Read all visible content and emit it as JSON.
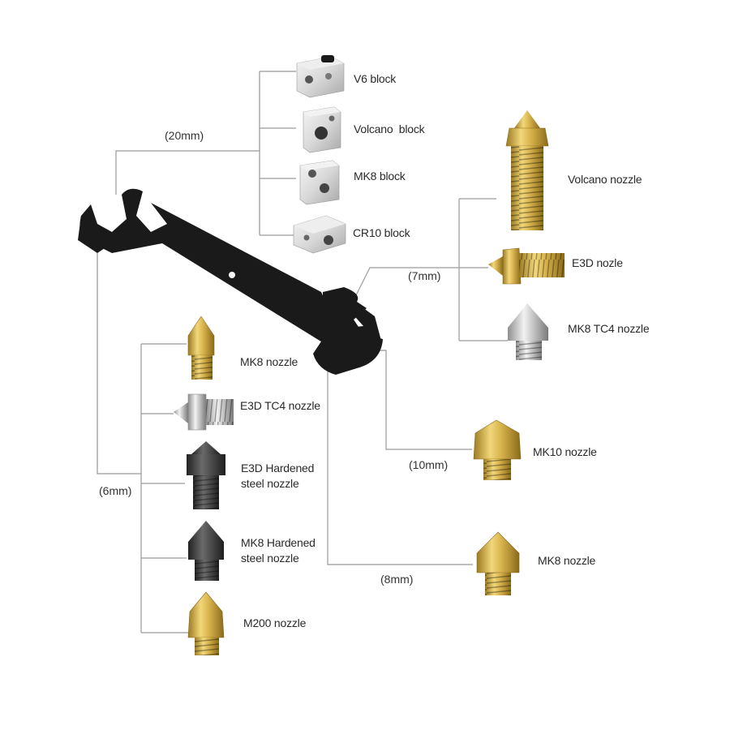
{
  "colors": {
    "background": "#ffffff",
    "line": "#9a9a9a",
    "wrench": "#1a1a1a",
    "brass": "#d4b04a",
    "brass_dark": "#9c7a22",
    "aluminium": "#dcdcdc",
    "steel": "#c8c8c8",
    "hardened": "#4a4a4a",
    "text": "#2a2a2a"
  },
  "sizes": {
    "mm20": "(20mm)",
    "mm7": "(7mm)",
    "mm10": "(10mm)",
    "mm8": "(8mm)",
    "mm6": "(6mm)"
  },
  "blocks": [
    {
      "label": "V6 block",
      "icon": "v6-block-icon"
    },
    {
      "label": "Volcano  block",
      "icon": "volcano-block-icon"
    },
    {
      "label": "MK8 block",
      "icon": "mk8-block-icon"
    },
    {
      "label": "CR10 block",
      "icon": "cr10-block-icon"
    }
  ],
  "right_nozzles": [
    {
      "label": "Volcano nozzle",
      "icon": "volcano-nozzle-icon"
    },
    {
      "label": "E3D nozle",
      "icon": "e3d-nozzle-icon"
    },
    {
      "label": "MK8 TC4 nozzle",
      "icon": "mk8-tc4-nozzle-icon"
    }
  ],
  "mk10": {
    "label": "MK10 nozzle",
    "icon": "mk10-nozzle-icon"
  },
  "mk8_right": {
    "label": "MK8 nozzle",
    "icon": "mk8-nozzle-icon"
  },
  "left_nozzles": [
    {
      "label": "MK8 nozzle",
      "icon": "mk8-nozzle-icon"
    },
    {
      "label": "E3D TC4 nozzle",
      "icon": "e3d-tc4-nozzle-icon"
    },
    {
      "label": "E3D Hardened\nsteel nozzle",
      "icon": "e3d-hardened-nozzle-icon"
    },
    {
      "label": "MK8 Hardened\nsteel nozzle",
      "icon": "mk8-hardened-nozzle-icon"
    },
    {
      "label": "M200 nozzle",
      "icon": "m200-nozzle-icon"
    }
  ]
}
